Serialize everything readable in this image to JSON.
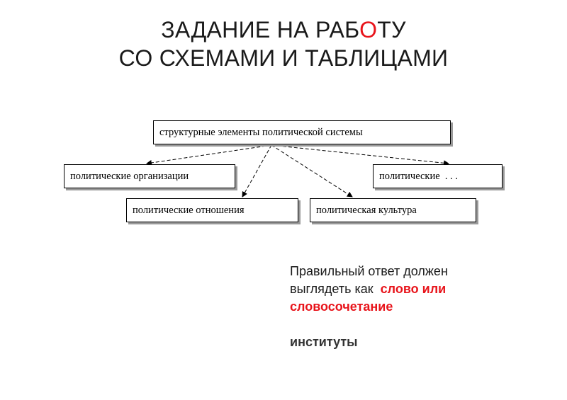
{
  "slide": {
    "title_line1_a": "ЗАДАНИЕ НА РАБ",
    "title_line1_accent": "О",
    "title_line1_b": "ТУ",
    "title_line2": "СО СХЕМАМИ И ТАБЛИЦАМИ",
    "accent_color": "#e8141b"
  },
  "diagram": {
    "root": "структурные элементы политической системы",
    "children": [
      "политические организации",
      "политические отношения",
      "политическая культура",
      "политические  . . ."
    ]
  },
  "answer": {
    "line1": "Правильный ответ должен",
    "line2_prefix": "выглядеть как",
    "line2_highlight": "слово или",
    "line3_highlight": "словосочетание",
    "result": "институты"
  }
}
